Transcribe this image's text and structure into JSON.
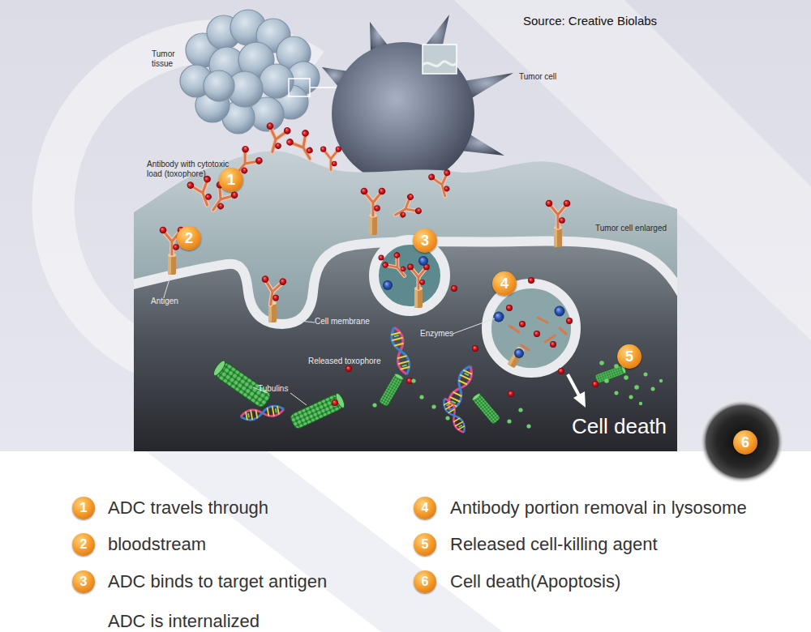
{
  "diagram": {
    "labels": [
      "Source: Creative Biolabs",
      "Tumor tissue",
      "Tumor cell",
      "Antibody with cytotoxic load (toxophore)",
      "1",
      "2",
      "3",
      "Tumor cell enlarged",
      "Antigen",
      "4",
      "Cell membrane",
      "Enzymes",
      "Released toxophore",
      "5",
      "Tubulins",
      "Cell death",
      "6",
      "1",
      "ADC travels through",
      "4",
      "Antibody portion removal in lysosome",
      "2",
      "bloodstream",
      "5",
      "Released cell-killing agent",
      "3",
      "ADC binds to target antigen",
      "6",
      "Cell death(Apoptosis)",
      "ADC is internalized"
    ]
  }
}
